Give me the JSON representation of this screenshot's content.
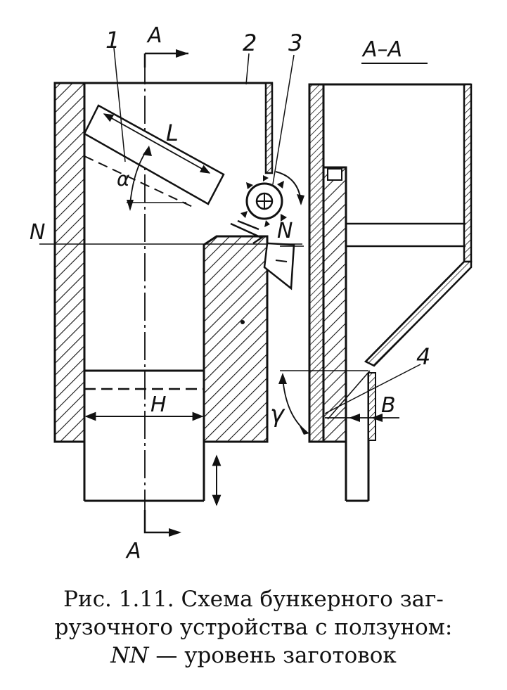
{
  "figure": {
    "labels": {
      "part_1": "1",
      "part_2": "2",
      "part_3": "3",
      "part_4": "4",
      "section_top": "A",
      "section_bottom": "A",
      "section_view": "A–A",
      "length": "L",
      "alpha": "α",
      "level_left": "N",
      "level_right": "N",
      "stroke": "H",
      "gamma": "γ",
      "gap": "B"
    }
  },
  "caption": {
    "line1": "Рис. 1.11. Схема бункерного заг-",
    "line2": "рузочного устройства с ползуном:",
    "line3_symbol": "NN",
    "line3_text": " — уровень заготовок"
  }
}
